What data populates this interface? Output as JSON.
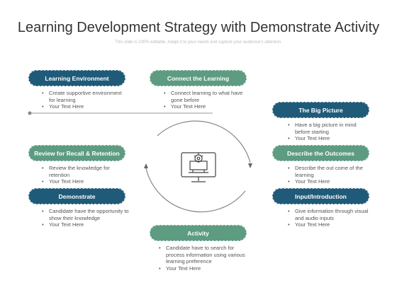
{
  "title": "Learning Development Strategy with Demonstrate Activity",
  "subtitle": "This slide is 100% editable. Adapt it to your needs and capture your audience's attention.",
  "colors": {
    "blue": "#1f5b78",
    "green": "#5e9c82",
    "line": "#999999"
  },
  "center_icon": "monitor-gear-icon",
  "nodes": [
    {
      "label": "Learning Environment",
      "bullets": [
        "Create supportive environment  for learning",
        "Your Text Here"
      ]
    },
    {
      "label": "Connect the Learning",
      "bullets": [
        "Connect learning to what have gone before",
        "Your Text Here"
      ]
    },
    {
      "label": "The Big Picture",
      "bullets": [
        "Have  a big picture in mind before  starting",
        "Your Text Here"
      ]
    },
    {
      "label": "Review for Recall & Retention",
      "bullets": [
        "Review  the knowledge for retention",
        "Your Text Here"
      ]
    },
    {
      "label": "Describe the Outcomes",
      "bullets": [
        "Describe  the out come of the learning",
        "Your Text Here"
      ]
    },
    {
      "label": "Demonstrate",
      "bullets": [
        "Candidate  have the opportunity to show their knowledge",
        "Your Text Here"
      ]
    },
    {
      "label": "Input/Introduction",
      "bullets": [
        "Give  information  through visual and audio inputs",
        "Your Text Here"
      ]
    },
    {
      "label": "Activity",
      "bullets": [
        "Candidate  have to search for process information using various  learning  preference",
        "Your Text Here"
      ]
    }
  ]
}
